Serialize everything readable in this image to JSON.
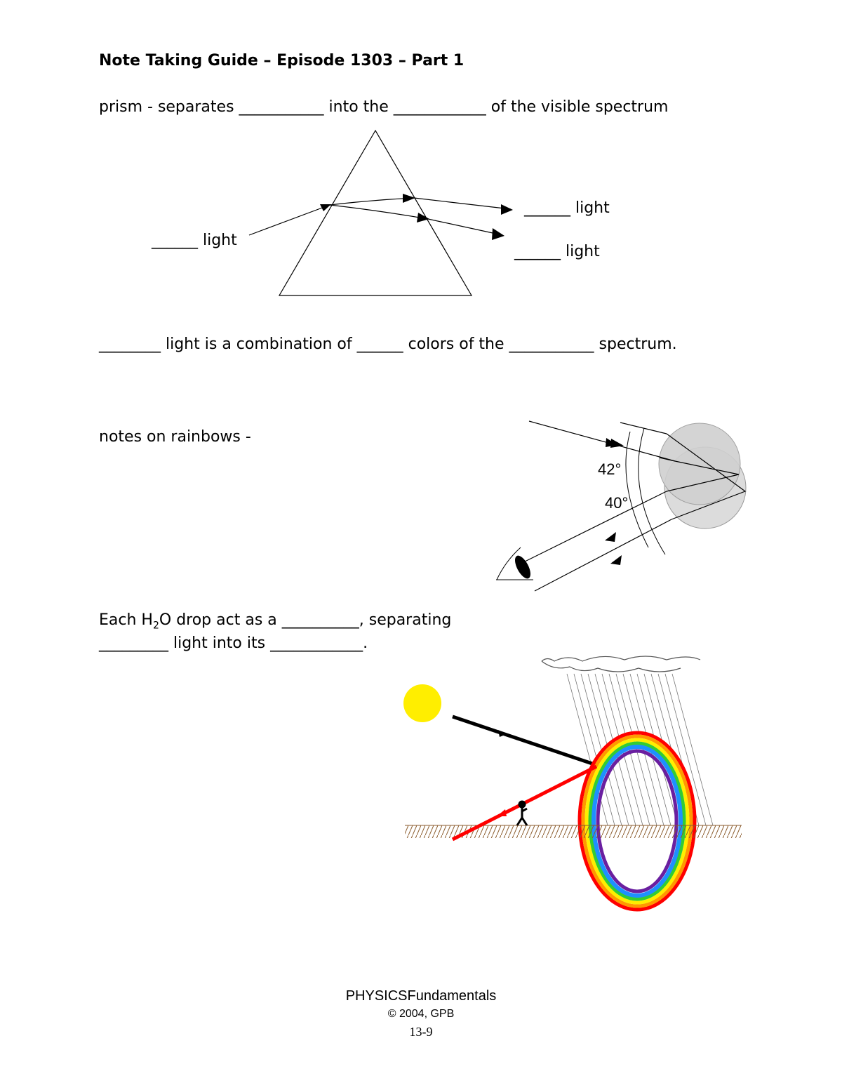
{
  "title": "Note Taking Guide – Episode 1303 – Part 1",
  "prism_line": "prism - separates ___________ into the ____________ of the visible spectrum",
  "prism_diagram": {
    "left_label": "______ light",
    "right_label_top": "______ light",
    "right_label_bottom": "______ light"
  },
  "combination_line": "________ light is a combination of ______ colors of the ___________ spectrum.",
  "rainbow_notes": "notes on rainbows -",
  "droplet_diagram": {
    "angle_top": "42°",
    "angle_bottom": "40°"
  },
  "water_line": {
    "part1": "Each H",
    "sub": "2",
    "part2": "O drop act as a __________, separating",
    "line2": "_________ light into its ____________."
  },
  "footer": {
    "brand": "PHYSICSFundamentals",
    "copyright": "© 2004, GPB",
    "page": "13-9"
  },
  "colors": {
    "sun": "#ffee00",
    "ray_red": "#ff0000",
    "drop_gray": "#d9d9d9"
  }
}
